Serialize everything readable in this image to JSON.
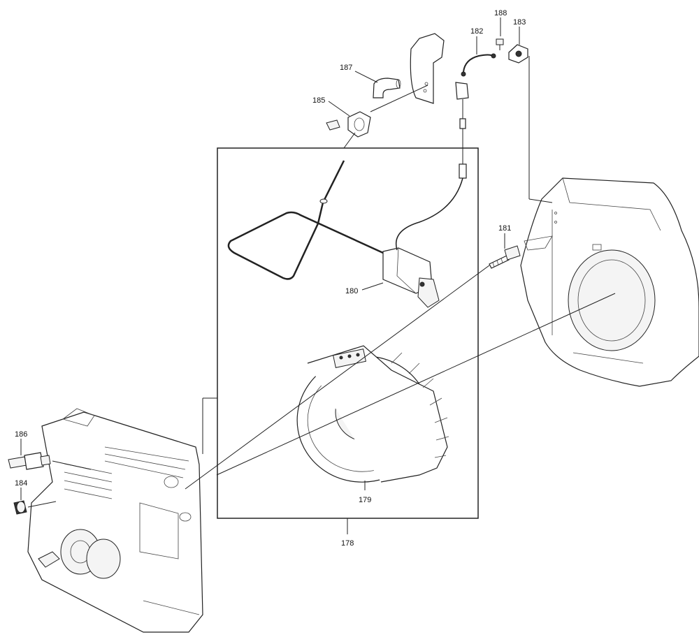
{
  "diagram": {
    "frame_label": "178",
    "callouts": {
      "flywheel": "179",
      "ignition_coil": "180",
      "bolt_181": "181",
      "cable_182": "182",
      "bracket_183": "183",
      "plug_184": "184",
      "bolt_185": "185",
      "spark_plug": "186",
      "elbow_187": "187",
      "screw_188": "188"
    }
  },
  "colors": {
    "line": "#222222",
    "background": "#ffffff"
  }
}
